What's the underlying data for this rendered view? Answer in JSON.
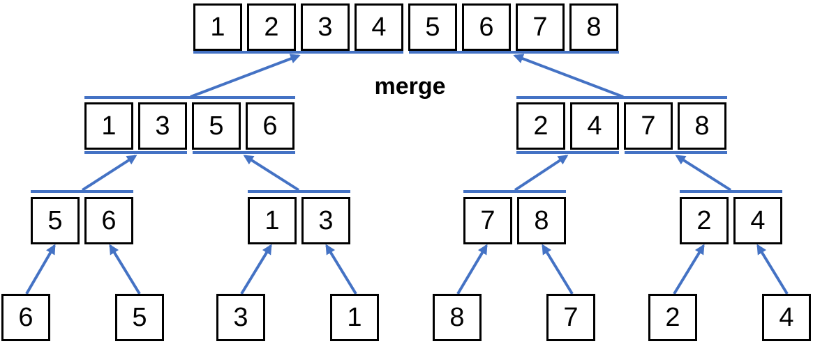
{
  "diagram": {
    "label": "merge",
    "merged": [
      "1",
      "2",
      "3",
      "4",
      "5",
      "6",
      "7",
      "8"
    ],
    "halves": [
      [
        "1",
        "3",
        "5",
        "6"
      ],
      [
        "2",
        "4",
        "7",
        "8"
      ]
    ],
    "pairs": [
      [
        "5",
        "6"
      ],
      [
        "1",
        "3"
      ],
      [
        "7",
        "8"
      ],
      [
        "2",
        "4"
      ]
    ],
    "singles": [
      "6",
      "5",
      "3",
      "1",
      "8",
      "7",
      "2",
      "4"
    ]
  },
  "colors": {
    "arrow": "#4472C4",
    "box_border": "#000000"
  }
}
